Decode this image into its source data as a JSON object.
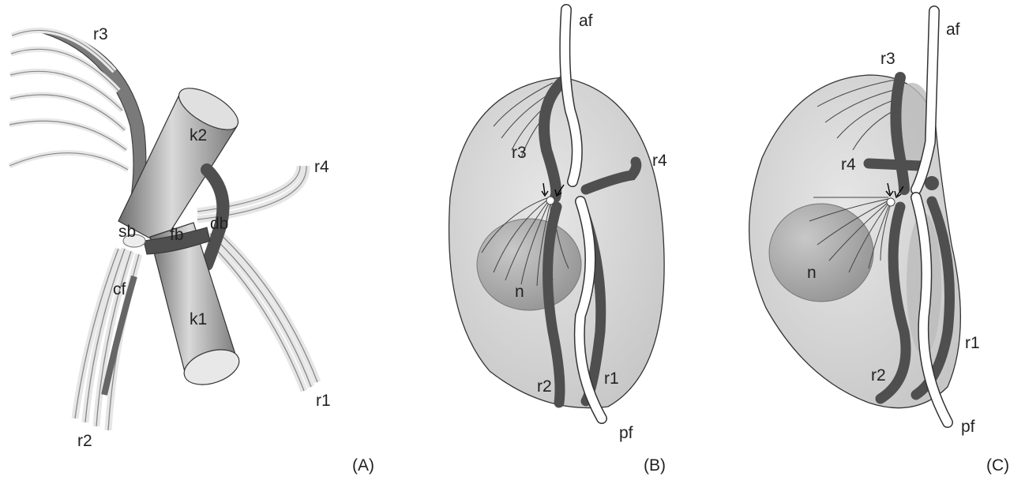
{
  "panels": {
    "a": {
      "tag": "(A)",
      "labels": {
        "r3": "r3",
        "k2": "k2",
        "r4": "r4",
        "sb": "sb",
        "fb": "fb",
        "db": "db",
        "cf": "cf",
        "k1": "k1",
        "r1": "r1",
        "r2": "r2"
      }
    },
    "b": {
      "tag": "(B)",
      "labels": {
        "af": "af",
        "r3": "r3",
        "r4": "r4",
        "n": "n",
        "r2": "r2",
        "r1": "r1",
        "pf": "pf"
      }
    },
    "c": {
      "tag": "(C)",
      "labels": {
        "af": "af",
        "r3": "r3",
        "r4": "r4",
        "n": "n",
        "r1": "r1",
        "r2": "r2",
        "pf": "pf"
      }
    }
  },
  "colors": {
    "cell_fill": "#d3d3d3",
    "nucleus_fill": "#a9a9a9",
    "root_dark": "#4f4f4f",
    "flagellum_fill": "#ffffff",
    "outline": "#333333"
  }
}
